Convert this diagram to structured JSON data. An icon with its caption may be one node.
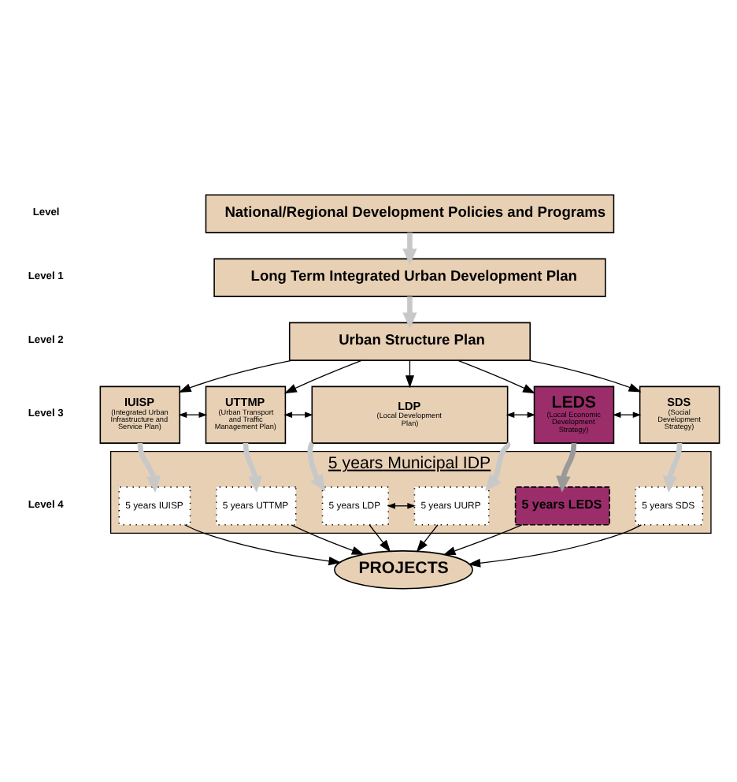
{
  "diagram": {
    "nodes": [
      {
        "text": [
          "National/Regional Development Policies and Programs"
        ]
      },
      {
        "text": [
          "Long Term Integrated Urban Development Plan"
        ]
      },
      {
        "text": [
          "Urban Structure Plan"
        ]
      },
      {
        "text": [
          "IUISP",
          "(Integrated Urban Infrastructure and Service Plan)"
        ]
      },
      {
        "text": [
          "UTTMP",
          "(Urban Transport and Traffic Management Plan)"
        ]
      },
      {
        "text": [
          "LDP",
          "(Local Development Plan)"
        ]
      },
      {
        "text": [
          "LEDS",
          "(Local Economic Development Strategy)"
        ]
      },
      {
        "text": [
          "SDS",
          "(Social Development Strategy)"
        ]
      },
      {
        "text": [
          "5 years Municipal IDP"
        ]
      },
      {
        "text": [
          "5 years IUISP"
        ],
        "in": 8
      },
      {
        "text": [
          "5 years UTTMP"
        ],
        "in": 8
      },
      {
        "text": [
          "5 years LDP"
        ],
        "in": 8
      },
      {
        "text": [
          "5 years UURP"
        ],
        "in": 8
      },
      {
        "text": [
          "5 years LEDS"
        ],
        "in": 8
      },
      {
        "text": [
          "5 years SDS"
        ],
        "in": 8
      },
      {
        "text": [
          "PROJECTS"
        ]
      }
    ],
    "edges": [
      {
        "from": 0,
        "to": 1,
        "arrow": "to",
        "style": "thick",
        "color": "#c8c8c8"
      },
      {
        "from": 1,
        "to": 2,
        "arrow": "to",
        "style": "thick",
        "color": "#c8c8c8"
      },
      {
        "from": 2,
        "to": 3,
        "arrow": "to"
      },
      {
        "from": 2,
        "to": 4,
        "arrow": "to"
      },
      {
        "from": 2,
        "to": 5,
        "arrow": "to"
      },
      {
        "from": 2,
        "to": 6,
        "arrow": "to"
      },
      {
        "from": 2,
        "to": 7,
        "arrow": "to"
      },
      {
        "from": 3,
        "to": 4,
        "arrow": "both"
      },
      {
        "from": 4,
        "to": 5,
        "arrow": "both"
      },
      {
        "from": 5,
        "to": 6,
        "arrow": "both"
      },
      {
        "from": 6,
        "to": 7,
        "arrow": "both"
      },
      {
        "from": 3,
        "to": 9,
        "arrow": "to",
        "style": "thick",
        "color": "#c8c8c8"
      },
      {
        "from": 4,
        "to": 10,
        "arrow": "to",
        "style": "thick",
        "color": "#c8c8c8"
      },
      {
        "from": 5,
        "to": 11,
        "arrow": "to",
        "style": "thick",
        "color": "#c8c8c8"
      },
      {
        "from": 5,
        "to": 12,
        "arrow": "to",
        "style": "thick",
        "color": "#c8c8c8"
      },
      {
        "from": 6,
        "to": 13,
        "arrow": "to",
        "style": "thick",
        "color": "#999999"
      },
      {
        "from": 7,
        "to": 14,
        "arrow": "to",
        "style": "thick",
        "color": "#c8c8c8"
      },
      {
        "from": 11,
        "to": 12,
        "arrow": "both"
      },
      {
        "from": 9,
        "to": 15,
        "arrow": "to"
      },
      {
        "from": 10,
        "to": 15,
        "arrow": "to"
      },
      {
        "from": 11,
        "to": 15,
        "arrow": "to"
      },
      {
        "from": 12,
        "to": 15,
        "arrow": "to"
      },
      {
        "from": 13,
        "to": 15,
        "arrow": "to"
      },
      {
        "from": 14,
        "to": 15,
        "arrow": "to"
      }
    ],
    "labels": [
      "Level",
      "Level 1",
      "Level 2",
      "Level 3",
      "Level 4"
    ]
  }
}
